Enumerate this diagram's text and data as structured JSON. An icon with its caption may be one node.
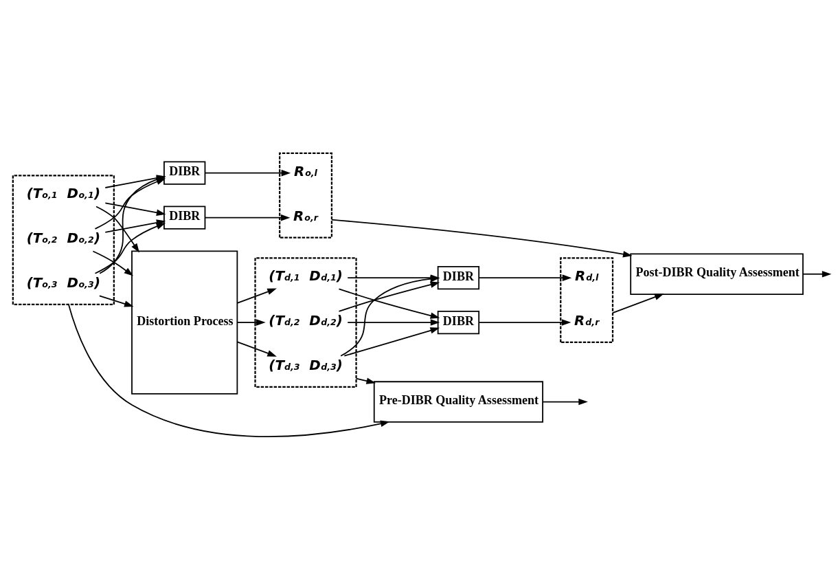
{
  "diagram": {
    "nodes": [
      {
        "text": [
          "Post-DIBR Quality Assessment"
        ]
      },
      {
        "text": [],
        "shape": "box"
      },
      {
        "text": [
          "R$_{o,l}$"
        ],
        "in": 1
      },
      {
        "text": [
          "R$_{o,r}$"
        ],
        "in": 1
      },
      {
        "text": [
          "DIBR"
        ]
      },
      {
        "text": [
          "DIBR"
        ]
      },
      {
        "text": [],
        "shape": "box"
      },
      {
        "text": [
          "(T$_{o,1}$ D$_{o,1}$)"
        ],
        "in": 6
      },
      {
        "text": [
          "(T$_{o,2}$ D$_{o,2}$)"
        ],
        "in": 6
      },
      {
        "text": [
          "(T$_{o,3}$ D$_{o,3}$)"
        ],
        "in": 6
      },
      {
        "text": [
          "Distortion Process"
        ]
      },
      {
        "text": [],
        "shape": "box"
      },
      {
        "text": [
          "(T$_{d,1}$ D$_{d,1}$)"
        ],
        "in": 11
      },
      {
        "text": [
          "(T$_{d,2}$ D$_{d,2}$)"
        ],
        "in": 11
      },
      {
        "text": [
          "(T$_{d,3}$ D$_{d,3}$)"
        ],
        "in": 11
      },
      {
        "text": [
          "DIBR"
        ]
      },
      {
        "text": [
          "DIBR"
        ]
      },
      {
        "text": [],
        "shape": "box"
      },
      {
        "text": [
          "R$_{d,l}$"
        ],
        "in": 17
      },
      {
        "text": [
          "R$_{d,r}$"
        ],
        "in": 17
      },
      {
        "text": [
          "Pre-DIBR Quality Assessment"
        ]
      }
    ],
    "edges": [
      {
        "from": 0,
        "to": null,
        "arrow": "to"
      },
      {
        "from": 1,
        "to": 0,
        "arrow": "to"
      },
      {
        "from": 17,
        "to": 0,
        "arrow": "to"
      },
      {
        "from": 4,
        "to": 2,
        "arrow": "to"
      },
      {
        "from": 5,
        "to": 3,
        "arrow": "to"
      },
      {
        "from": 7,
        "to": 4,
        "arrow": "to"
      },
      {
        "from": 8,
        "to": 4,
        "arrow": "to"
      },
      {
        "from": 9,
        "to": 4,
        "arrow": "to"
      },
      {
        "from": 7,
        "to": 5,
        "arrow": "to"
      },
      {
        "from": 8,
        "to": 5,
        "arrow": "to"
      },
      {
        "from": 9,
        "to": 5,
        "arrow": "to"
      },
      {
        "from": 7,
        "to": 10,
        "arrow": "to"
      },
      {
        "from": 8,
        "to": 10,
        "arrow": "to"
      },
      {
        "from": 9,
        "to": 10,
        "arrow": "to"
      },
      {
        "from": 10,
        "to": 12,
        "arrow": "to"
      },
      {
        "from": 10,
        "to": 13,
        "arrow": "to"
      },
      {
        "from": 10,
        "to": 14,
        "arrow": "to"
      },
      {
        "from": 12,
        "to": 15,
        "arrow": "to"
      },
      {
        "from": 13,
        "to": 15,
        "arrow": "to"
      },
      {
        "from": 14,
        "to": 15,
        "arrow": "to"
      },
      {
        "from": 12,
        "to": 16,
        "arrow": "to"
      },
      {
        "from": 13,
        "to": 16,
        "arrow": "to"
      },
      {
        "from": 14,
        "to": 16,
        "arrow": "to"
      },
      {
        "from": 15,
        "to": 18,
        "arrow": "to"
      },
      {
        "from": 16,
        "to": 19,
        "arrow": "to"
      },
      {
        "from": 6,
        "to": 20,
        "arrow": "to"
      },
      {
        "from": 11,
        "to": 20,
        "arrow": "to"
      },
      {
        "from": 20,
        "to": null,
        "arrow": "to"
      }
    ]
  }
}
